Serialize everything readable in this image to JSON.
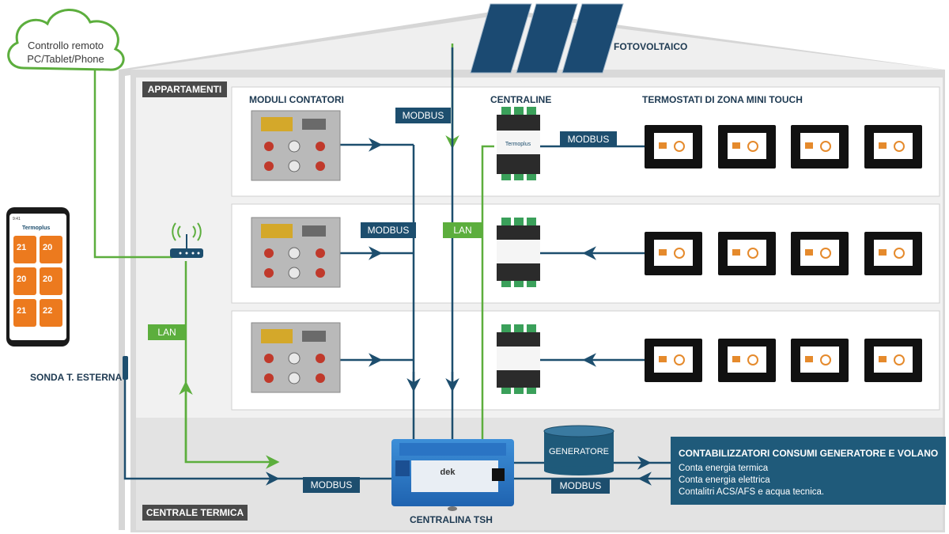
{
  "cloud": {
    "line1": "Controllo remoto",
    "line2": "PC/Tablet/Phone"
  },
  "section_labels": {
    "apartments": "APPARTAMENTI",
    "plant_room": "CENTRALE TERMICA"
  },
  "headers": {
    "meters": "MODULI CONTATORI",
    "controllers": "CENTRALINE",
    "thermostats": "TERMOSTATI DI ZONA MINI TOUCH",
    "photovoltaic": "FOTOVOLTAICO",
    "external_probe": "SONDA T. ESTERNA",
    "tsh": "CENTRALINA TSH",
    "generator": "GENERATORE"
  },
  "bus_tags": {
    "modbus_top": "MODBUS",
    "modbus_thermostats": "MODBUS",
    "modbus_mid": "MODBUS",
    "lan_mid": "LAN",
    "lan_left": "LAN",
    "modbus_bottom_left": "MODBUS",
    "modbus_bottom_right": "MODBUS"
  },
  "phone": {
    "brand": "Termoplus",
    "time": "9:41",
    "tiles": [
      "21",
      "20",
      "20",
      "20",
      "21",
      "22"
    ]
  },
  "device_labels": {
    "controller_brand": "Termoplus",
    "tsh_brand": "dek"
  },
  "info_panel": {
    "title": "CONTABILIZZATORI CONSUMI GENERATORE E VOLANO",
    "lines": [
      "Conta energia termica",
      "Conta energia elettrica",
      "Contalitri ACS/AFS e acqua tecnica."
    ]
  },
  "colors": {
    "bus_blue": "#1d4e6e",
    "lan_green": "#5cae3d",
    "house_grey": "#d6d6d6",
    "panel_blue": "#1f5a7a"
  }
}
